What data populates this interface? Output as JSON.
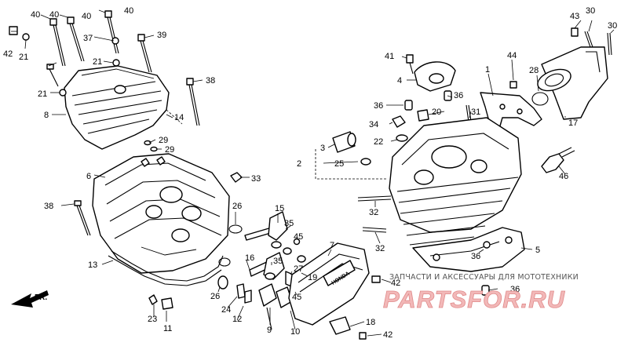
{
  "callouts": [
    {
      "id": "c40a",
      "label": "40"
    },
    {
      "id": "c40b",
      "label": "40"
    },
    {
      "id": "c40c",
      "label": "40"
    },
    {
      "id": "c42a",
      "label": "42"
    },
    {
      "id": "c21a",
      "label": "21"
    },
    {
      "id": "c37",
      "label": "37"
    },
    {
      "id": "c39",
      "label": "39"
    },
    {
      "id": "c40d",
      "label": "40"
    },
    {
      "id": "c21b",
      "label": "21"
    },
    {
      "id": "c21c",
      "label": "21"
    },
    {
      "id": "c38a",
      "label": "38"
    },
    {
      "id": "c8",
      "label": "8"
    },
    {
      "id": "c14",
      "label": "14"
    },
    {
      "id": "c29a",
      "label": "29"
    },
    {
      "id": "c29b",
      "label": "29"
    },
    {
      "id": "c6",
      "label": "6"
    },
    {
      "id": "c33",
      "label": "33"
    },
    {
      "id": "c38b",
      "label": "38"
    },
    {
      "id": "c26a",
      "label": "26"
    },
    {
      "id": "c15",
      "label": "15"
    },
    {
      "id": "c35a",
      "label": "35"
    },
    {
      "id": "c45a",
      "label": "45"
    },
    {
      "id": "c13",
      "label": "13"
    },
    {
      "id": "c16",
      "label": "16"
    },
    {
      "id": "c35b",
      "label": "35"
    },
    {
      "id": "c27",
      "label": "27"
    },
    {
      "id": "c19",
      "label": "19"
    },
    {
      "id": "c26b",
      "label": "26"
    },
    {
      "id": "c24",
      "label": "24"
    },
    {
      "id": "c12",
      "label": "12"
    },
    {
      "id": "c45b",
      "label": "45"
    },
    {
      "id": "c23",
      "label": "23"
    },
    {
      "id": "c11",
      "label": "11"
    },
    {
      "id": "c9",
      "label": "9"
    },
    {
      "id": "c10",
      "label": "10"
    },
    {
      "id": "c7",
      "label": "7"
    },
    {
      "id": "c42b",
      "label": "42"
    },
    {
      "id": "c18",
      "label": "18"
    },
    {
      "id": "c42c",
      "label": "42"
    },
    {
      "id": "c43",
      "label": "43"
    },
    {
      "id": "c30a",
      "label": "30"
    },
    {
      "id": "c30b",
      "label": "30"
    },
    {
      "id": "c41",
      "label": "41"
    },
    {
      "id": "c44",
      "label": "44"
    },
    {
      "id": "c4",
      "label": "4"
    },
    {
      "id": "c1",
      "label": "1"
    },
    {
      "id": "c28",
      "label": "28"
    },
    {
      "id": "c36a",
      "label": "36"
    },
    {
      "id": "c36b",
      "label": "36"
    },
    {
      "id": "c20",
      "label": "20"
    },
    {
      "id": "c31",
      "label": "31"
    },
    {
      "id": "c34",
      "label": "34"
    },
    {
      "id": "c17",
      "label": "17"
    },
    {
      "id": "c3",
      "label": "3"
    },
    {
      "id": "c22",
      "label": "22"
    },
    {
      "id": "c2",
      "label": "2"
    },
    {
      "id": "c25",
      "label": "25"
    },
    {
      "id": "c46",
      "label": "46"
    },
    {
      "id": "c32a",
      "label": "32"
    },
    {
      "id": "c32b",
      "label": "32"
    },
    {
      "id": "c5",
      "label": "5"
    },
    {
      "id": "c36c",
      "label": "36"
    },
    {
      "id": "c36d",
      "label": "36"
    }
  ],
  "direction_marker": {
    "label": "FR."
  },
  "watermark": {
    "tagline": "ЗАПЧАСТИ И АКСЕССУАРЫ ДЛЯ МОТОТЕХНИКИ",
    "logo": "PARTSFOR.RU"
  },
  "cover_emblem": "HONDA",
  "colors": {
    "line": "#000000",
    "background": "#ffffff",
    "logo_fill": "#f2b8b8"
  }
}
